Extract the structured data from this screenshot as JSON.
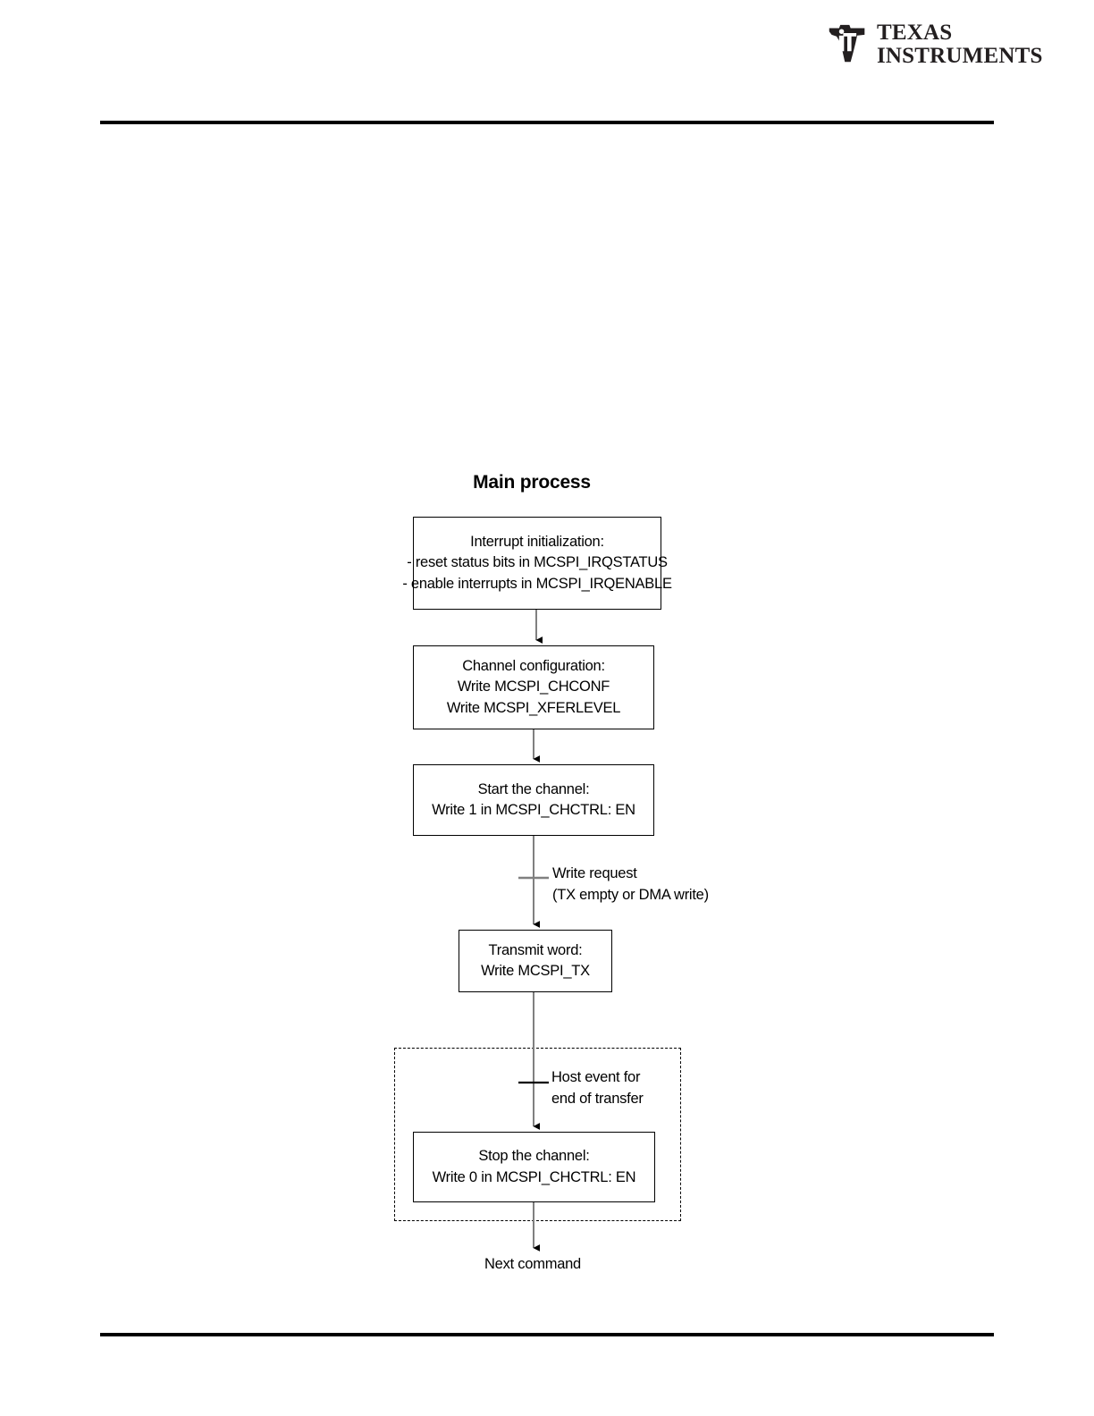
{
  "logo": {
    "mark": "texas-state-icon",
    "line1": "TEXAS",
    "line2": "INSTRUMENTS"
  },
  "figure": {
    "title": "Main process",
    "type": "flowchart",
    "nodes": [
      {
        "id": "interrupt-init",
        "shape": "rect",
        "lines": [
          "Interrupt initialization:",
          "- reset  status bits in MCSPI_IRQSTATUS",
          "- enable interrupts in MCSPI_IRQENABLE"
        ]
      },
      {
        "id": "channel-config",
        "shape": "rect",
        "lines": [
          "Channel configuration:",
          "Write MCSPI_CHCONF",
          "Write MCSPI_XFERLEVEL"
        ]
      },
      {
        "id": "start-channel",
        "shape": "rect",
        "lines": [
          "Start the channel:",
          "Write 1 in MCSPI_CHCTRL:  EN"
        ]
      },
      {
        "id": "transmit-word",
        "shape": "rect",
        "lines": [
          "Transmit word:",
          "Write MCSPI_TX"
        ]
      },
      {
        "id": "stop-channel",
        "shape": "rect",
        "lines": [
          "Stop the channel:",
          "Write 0 in MCSPI_CHCTRL:  EN"
        ]
      }
    ],
    "edge_labels": [
      {
        "id": "write-request",
        "lines": [
          "Write request",
          "(TX empty or DMA write)"
        ]
      },
      {
        "id": "host-event",
        "lines": [
          "Host event for",
          "end of  transfer"
        ]
      }
    ],
    "terminal": "Next command",
    "dashed_region": "optional-end-of-transfer-group",
    "colors": {
      "stroke": "#000000",
      "connector": "#808080",
      "background": "#ffffff"
    }
  }
}
